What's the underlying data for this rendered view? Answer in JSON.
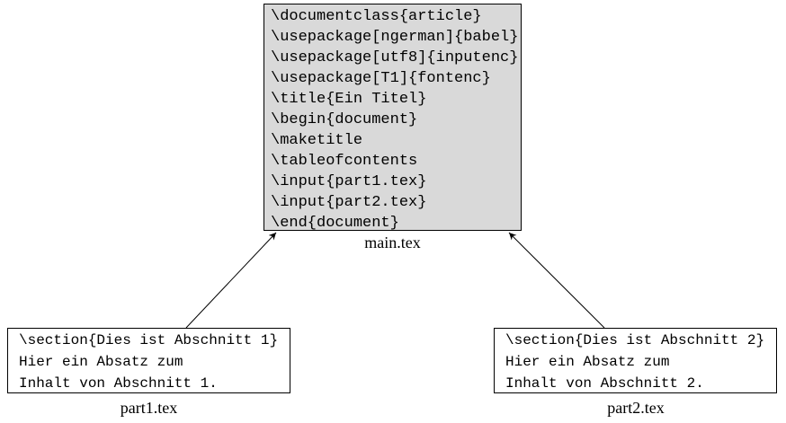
{
  "colors": {
    "main_box_fill": "#d9d9d9",
    "part_box_fill": "#ffffff",
    "border": "#000000",
    "text": "#000000",
    "background": "#ffffff"
  },
  "main_box": {
    "label": "main.tex",
    "lines": [
      "\\documentclass{article}",
      "\\usepackage[ngerman]{babel}",
      "\\usepackage[utf8]{inputenc}",
      "\\usepackage[T1]{fontenc}",
      "\\title{Ein Titel}",
      "\\begin{document}",
      "\\maketitle",
      "\\tableofcontents",
      "\\input{part1.tex}",
      "\\input{part2.tex}",
      "\\end{document}"
    ]
  },
  "part1_box": {
    "label": "part1.tex",
    "lines": [
      "\\section{Dies ist Abschnitt 1}",
      "Hier ein Absatz zum",
      "Inhalt von Abschnitt 1."
    ]
  },
  "part2_box": {
    "label": "part2.tex",
    "lines": [
      "\\section{Dies ist Abschnitt 2}",
      "Hier ein Absatz zum",
      "Inhalt von Abschnitt 2."
    ]
  }
}
